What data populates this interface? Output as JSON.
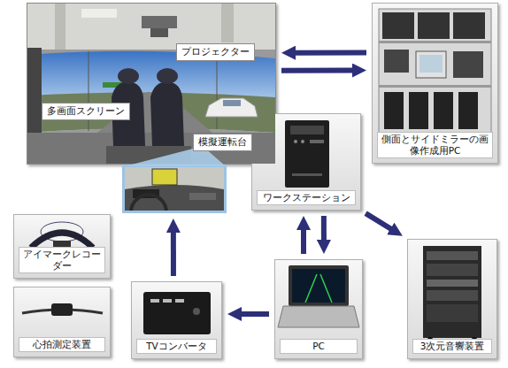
{
  "diagram": {
    "nodes": [
      {
        "text": [
          "プロジェクター",
          "多画面スクリーン"
        ]
      },
      {
        "text": [
          "模擬運転台"
        ]
      },
      {
        "text": [
          "側面とサイドミラーの画像作成用PC"
        ]
      },
      {
        "text": [
          "ワークステーション"
        ]
      },
      {
        "text": [
          "アイマークレコーダー"
        ]
      },
      {
        "text": [
          "心拍測定装置"
        ]
      },
      {
        "text": [
          "TVコンバータ"
        ]
      },
      {
        "text": [
          "PC"
        ]
      },
      {
        "text": [
          "3次元音響装置"
        ]
      }
    ],
    "edges": [
      {
        "from": 2,
        "to": 0,
        "arrow": "to"
      },
      {
        "from": 0,
        "to": 2,
        "arrow": "to"
      },
      {
        "from": 6,
        "to": 1,
        "arrow": "to"
      },
      {
        "from": 7,
        "to": 6,
        "arrow": "to"
      },
      {
        "from": 7,
        "to": 3,
        "arrow": "to"
      },
      {
        "from": 3,
        "to": 7,
        "arrow": "to"
      },
      {
        "from": 3,
        "to": 8,
        "arrow": "to"
      }
    ]
  }
}
